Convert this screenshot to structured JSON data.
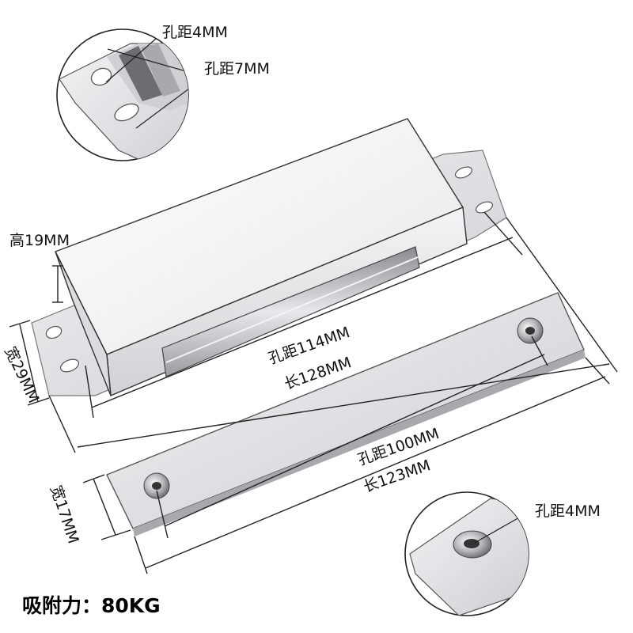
{
  "labels": {
    "top_hole_4": "孔距4MM",
    "top_hole_7": "孔距7MM",
    "height": "高19MM",
    "width_main": "宽29MM",
    "hole_114": "孔距114MM",
    "length_128": "长128MM",
    "hole_100": "孔距100MM",
    "length_123": "长123MM",
    "width_plate": "宽17MM",
    "bottom_hole_4": "孔距4MM",
    "force": "吸附力：80KG"
  }
}
